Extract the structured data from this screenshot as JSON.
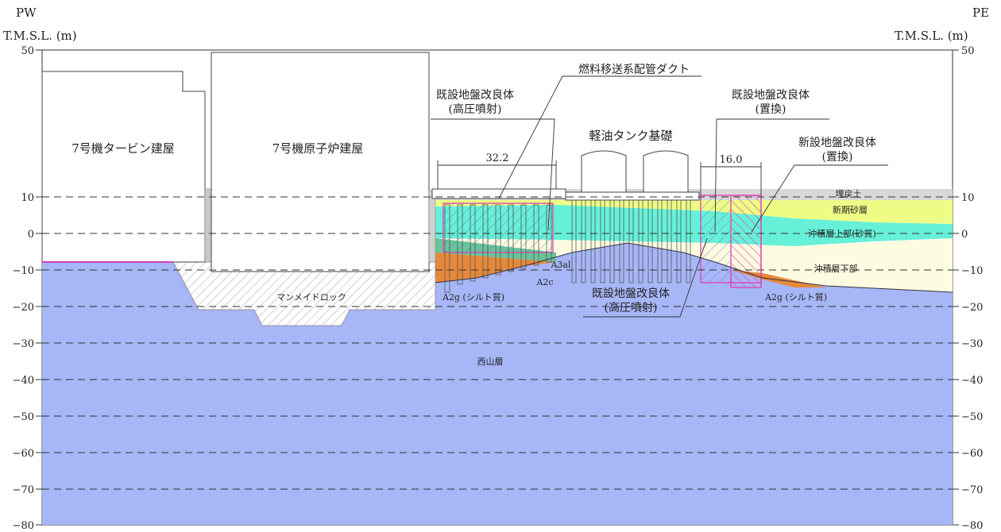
{
  "left_header": {
    "station": "PW",
    "datum": "T.M.S.L. (m)"
  },
  "right_header": {
    "station": "PE",
    "datum": "T.M.S.L. (m)"
  },
  "y_axis": {
    "ticks": [
      "50",
      "10",
      "0",
      "−10",
      "−20",
      "−30",
      "−40",
      "−50",
      "−60",
      "−70",
      "−80"
    ],
    "ticks_right": [
      "50",
      "10",
      "0",
      "−10",
      "−20",
      "−30",
      "−40",
      "−50",
      "−60",
      "−70",
      "−80"
    ]
  },
  "buildings": {
    "turbine": "7号機タービン建屋",
    "reactor": "7号機原子炉建屋",
    "tank": "軽油タンク基礎"
  },
  "callouts": {
    "fuel_duct": "燃料移送系配管ダクト",
    "existing_jet_top_1": "既設地盤改良体",
    "existing_jet_top_2": "(高圧噴射)",
    "existing_repl_1": "既設地盤改良体",
    "existing_repl_2": "(置換)",
    "new_repl_1": "新設地盤改良体",
    "new_repl_2": "(置換)",
    "existing_jet_bot_1": "既設地盤改良体",
    "existing_jet_bot_2": "(高圧噴射)"
  },
  "dimensions": {
    "left": "32.2",
    "right": "16.0"
  },
  "strata": {
    "fill": "埋戻土",
    "new_sand": "新期砂層",
    "upper_sand": "沖積層上部(砂質)",
    "lower": "沖積層下部",
    "silt_right": "A2g (シルト質)",
    "silt_left": "A2g (シルト質)",
    "a2c": "A2c",
    "a3al": "A3al",
    "manmade_rock": "マンメイドロック",
    "nishiyama": "西山層"
  },
  "colors": {
    "nishiyama": "#a6b6f7",
    "upper_sand": "#66f0d8",
    "new_sand": "#eefc86",
    "lower": "#fdfce0",
    "fill": "#d8d8d8",
    "a2c": "#e6883a",
    "green": "#68c49a",
    "new_improvement": "#e040b0",
    "manmade_hatch": "#b8b8b8"
  }
}
